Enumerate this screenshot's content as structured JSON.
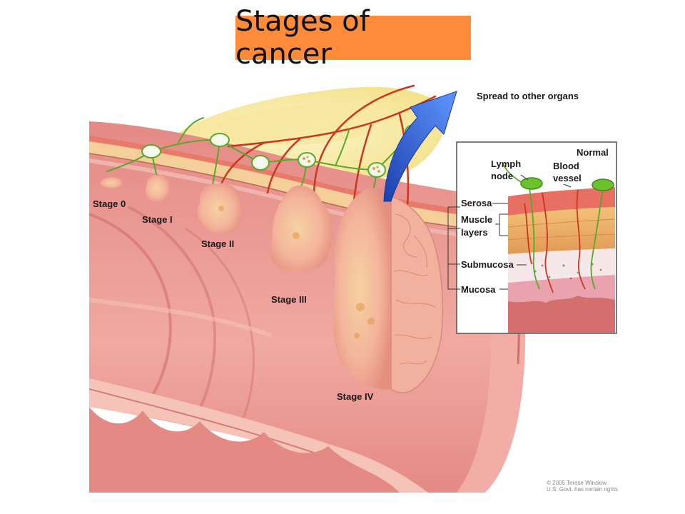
{
  "title": "Stages of cancer",
  "stages": [
    "Stage 0",
    "Stage I",
    "Stage II",
    "Stage III",
    "Stage IV"
  ],
  "spread_label": "Spread to other organs",
  "inset": {
    "heading": "Normal",
    "lymph_node": [
      "Lymph",
      "node"
    ],
    "blood_vessel": [
      "Blood",
      "vessel"
    ],
    "layers": {
      "serosa": "Serosa",
      "muscle": [
        "Muscle",
        "layers"
      ],
      "submucosa": "Submucosa",
      "mucosa": "Mucosa"
    }
  },
  "credit": {
    "line1": "© 2005 Terese Winslow",
    "line2": "U.S. Govt. has certain rights"
  },
  "colors": {
    "title_bg": "#ff8c3a",
    "tissue": "#e98a84",
    "tumor": "#f2b79a",
    "vessel": "#c8381f",
    "lymph": "#5aa82a",
    "fat": "#f7e79a",
    "arrow": "#2a5fd0"
  }
}
